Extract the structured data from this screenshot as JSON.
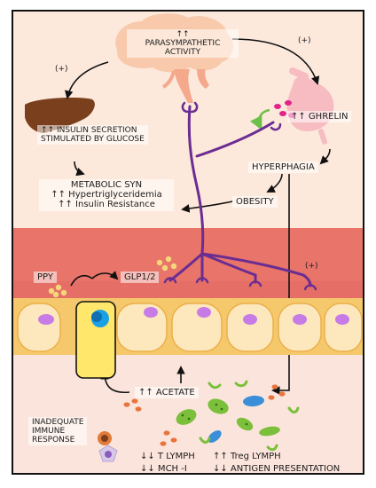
{
  "labels": {
    "parasympathetic_line1": "↑↑",
    "parasympathetic_line2": "PARASYMPATHETIC",
    "parasympathetic_line3": "ACTIVITY",
    "plus_left": "(+)",
    "plus_right": "(+)",
    "plus_lower": "(+)",
    "insulin_line1": "↑↑ INSULIN SECRETION",
    "insulin_line2": "STIMULATED BY GLUCOSE",
    "ghrelin": "↑↑ GHRELIN",
    "hyperphagia": "HYPERPHAGIA",
    "metabolic_title": "METABOLIC SYN",
    "metabolic_item1": "↑↑ Hypertriglyceridemia",
    "metabolic_item2": "↑↑ Insulin Resistance",
    "obesity": "OBESITY",
    "ppy": "PPY",
    "glp": "GLP1/2",
    "acetate": "↑↑ ACETATE",
    "immune_line1": "INADEQUATE",
    "immune_line2": "IMMUNE",
    "immune_line3": "RESPONSE",
    "t_lymph": "↓↓ T LYMPH",
    "mch": "↓↓ MCH -I",
    "treg": "↑↑ Treg LYMPH",
    "antigen": "↓↓ ANTIGEN PRESENTATION"
  },
  "colors": {
    "frame": "#111111",
    "background_top": "#fde8dc",
    "background_gut": "#e8746a",
    "background_bottom": "#fbe4dc",
    "nerve": "#6a2d91",
    "liver": "#7a3f1c",
    "brain": "#f9c9ab",
    "stomach": "#f6bcc1",
    "enterocyte": "#fde7bd",
    "nucleus": "#c77be6",
    "l_cell": "#ffe76b",
    "l_cell_nucleus": "#1aa0e6",
    "granule": "#f4d87a",
    "ghrelin_dot": "#e2238a",
    "acetate_dot": "#e8743c",
    "bacteria_green": "#7bbf3a",
    "bacteria_blue": "#3a8fd8",
    "arrow_green": "#6cc04a"
  }
}
